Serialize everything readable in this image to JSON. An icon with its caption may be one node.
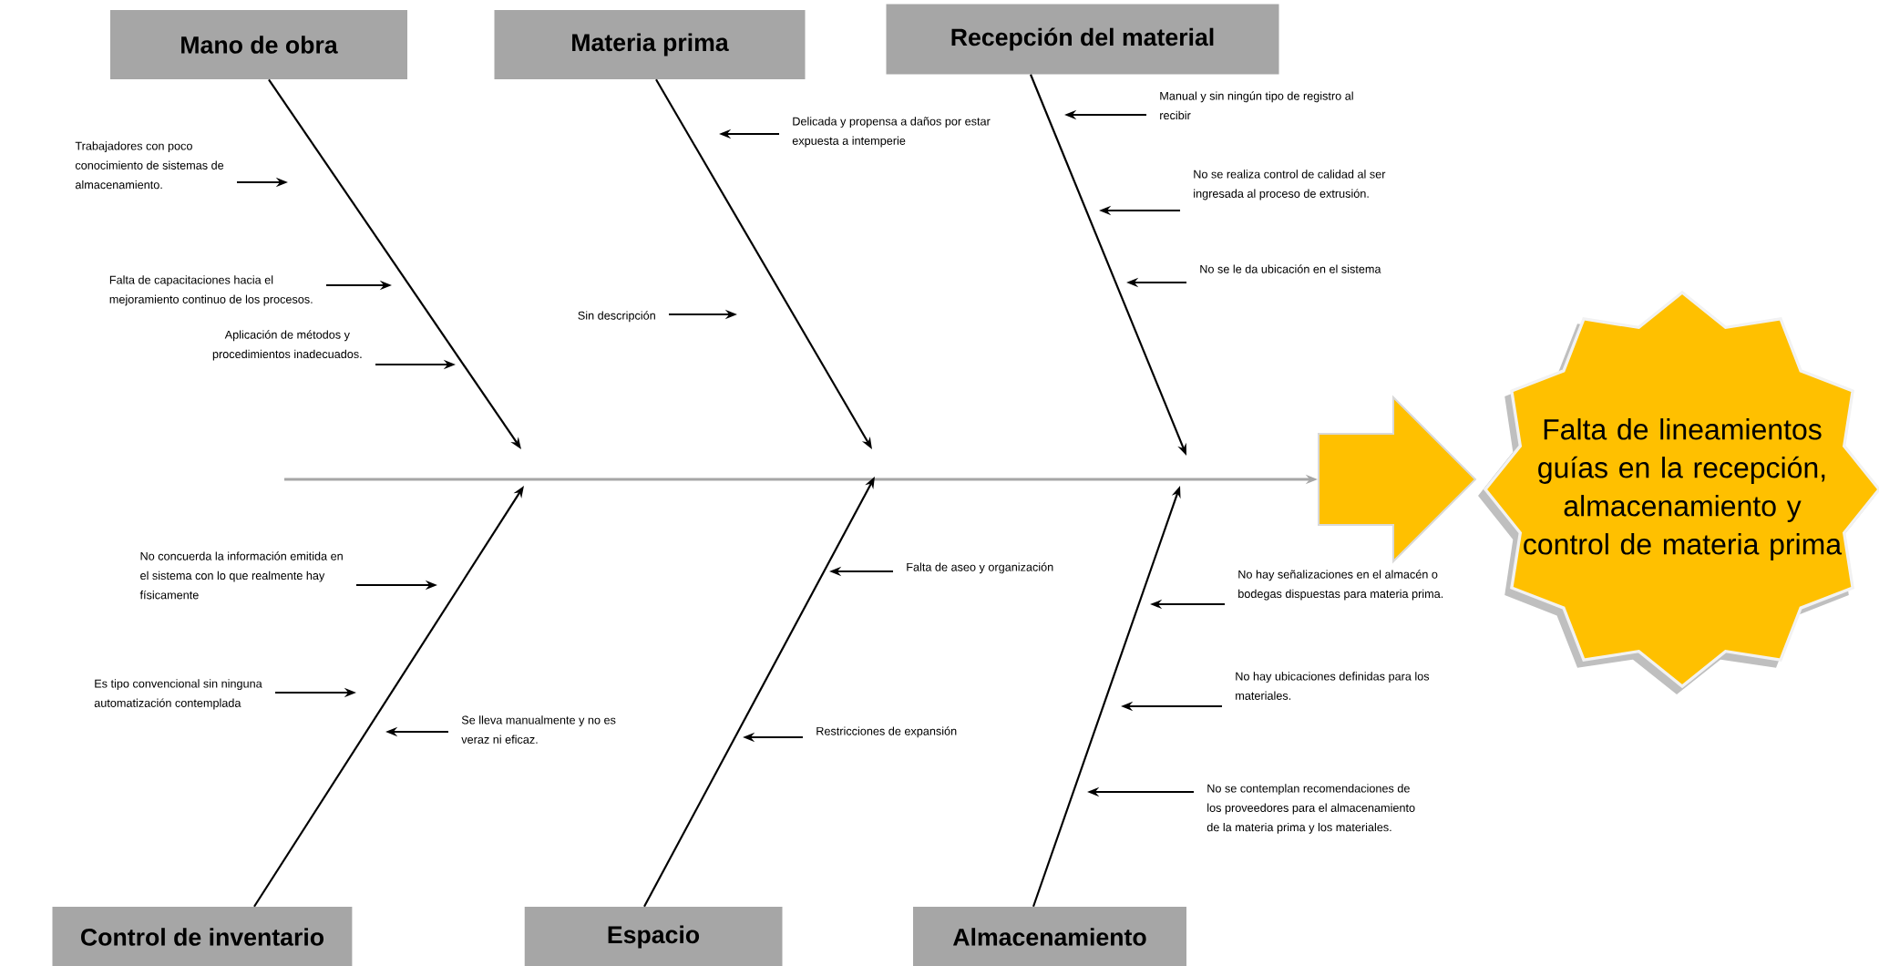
{
  "diagram": {
    "nodes": [
      {
        "text": [
          "Mano de obra"
        ]
      },
      {
        "text": [
          "Materia prima"
        ]
      },
      {
        "text": [
          "Recepción del material"
        ]
      },
      {
        "text": [
          "Trabajadores con poco conocimiento de sistemas de almacenamiento."
        ]
      },
      {
        "text": [
          "Falta de capacitaciones hacia el mejoramiento continuo de los procesos."
        ]
      },
      {
        "text": [
          "Aplicación de métodos y procedimientos inadecuados."
        ]
      },
      {
        "text": [
          "Sin descripción"
        ]
      },
      {
        "text": [
          "Delicada y propensa a daños por estar expuesta a intemperie"
        ]
      },
      {
        "text": [
          "Manual y sin ningún tipo de registro al recibir"
        ]
      },
      {
        "text": [
          "No se realiza control de calidad al ser ingresada al proceso de extrusión."
        ]
      },
      {
        "text": [
          "No se le da ubicación en el sistema"
        ]
      },
      {
        "text": [],
        "shape": "arrow"
      },
      {
        "text": [
          "Falta de lineamientos guías en la recepción, almacenamiento y control de materia prima"
        ]
      },
      {
        "text": [
          "No concuerda la información emitida en el sistema con lo que realmente hay físicamente"
        ]
      },
      {
        "text": [
          "Es tipo convencional sin ninguna automatización contemplada"
        ]
      },
      {
        "text": [
          "Se lleva manualmente y no es veraz ni eficaz."
        ]
      },
      {
        "text": [
          "Falta de aseo y organización"
        ]
      },
      {
        "text": [
          "Restricciones de expansión"
        ]
      },
      {
        "text": [
          "No hay señalizaciones en el almacén o bodegas dispuestas para materia prima."
        ]
      },
      {
        "text": [
          "No hay ubicaciones definidas para los materiales."
        ]
      },
      {
        "text": [
          "No se contemplan recomendaciones de los proveedores para el almacenamiento de la materia prima y los materiales."
        ]
      },
      {
        "text": [
          "Control de inventario"
        ]
      },
      {
        "text": [
          "Espacio"
        ]
      },
      {
        "text": [
          "Almacenamiento"
        ]
      }
    ],
    "edges": [
      {
        "from": 0,
        "to": null,
        "arrow": "to"
      },
      {
        "from": 1,
        "to": null,
        "arrow": "to"
      },
      {
        "from": 2,
        "to": null,
        "arrow": "to"
      },
      {
        "from": 3,
        "to": null,
        "arrow": "to"
      },
      {
        "from": 4,
        "to": null,
        "arrow": "to"
      },
      {
        "from": 5,
        "to": null,
        "arrow": "to"
      },
      {
        "from": 6,
        "to": null,
        "arrow": "to"
      },
      {
        "from": 7,
        "to": null,
        "arrow": "to"
      },
      {
        "from": 8,
        "to": null,
        "arrow": "to"
      },
      {
        "from": 9,
        "to": null,
        "arrow": "to"
      },
      {
        "from": 10,
        "to": null,
        "arrow": "to"
      },
      {
        "from": null,
        "to": 11,
        "arrow": "to",
        "color": "#a6a6a6"
      },
      {
        "from": 13,
        "to": null,
        "arrow": "to"
      },
      {
        "from": 14,
        "to": null,
        "arrow": "to"
      },
      {
        "from": 15,
        "to": null,
        "arrow": "to"
      },
      {
        "from": 16,
        "to": null,
        "arrow": "to"
      },
      {
        "from": 17,
        "to": null,
        "arrow": "to"
      },
      {
        "from": 18,
        "to": null,
        "arrow": "to"
      },
      {
        "from": 19,
        "to": null,
        "arrow": "to"
      },
      {
        "from": 20,
        "to": null,
        "arrow": "to"
      },
      {
        "from": 21,
        "to": null,
        "arrow": "to"
      },
      {
        "from": 22,
        "to": null,
        "arrow": "to"
      },
      {
        "from": 23,
        "to": null,
        "arrow": "to"
      }
    ]
  }
}
